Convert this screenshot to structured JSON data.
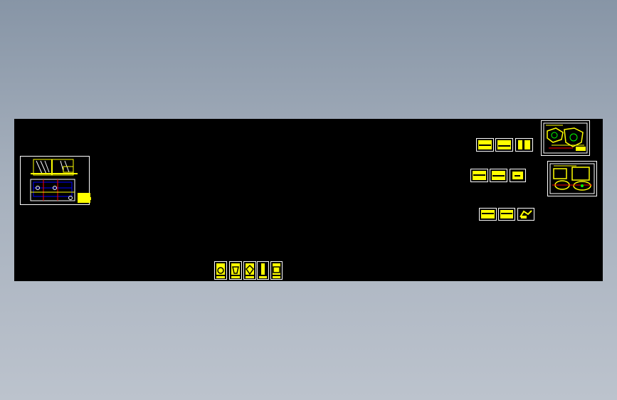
{
  "canvas": {
    "background": "#000000",
    "app_background_top": "#8795a6",
    "app_background_bottom": "#bcc3cd"
  },
  "colors": {
    "frame": "#ffffff",
    "annotation": "#ffff00",
    "dimension": "#0000ff",
    "hatch": "#ff0000",
    "accent_green": "#00ff00"
  },
  "drawings": [
    {
      "name": "assembly-drawing",
      "icon": "blueprint-icon"
    },
    {
      "name": "part-drawing-top",
      "icon": "blueprint-icon"
    },
    {
      "name": "part-drawing-middle",
      "icon": "blueprint-icon"
    }
  ],
  "thumbnail_rows": [
    {
      "name": "thumb-row-top",
      "count": 3
    },
    {
      "name": "thumb-row-middle",
      "count": 3
    },
    {
      "name": "thumb-row-bottom",
      "count": 3
    }
  ],
  "bottom_thumbnails": 5
}
